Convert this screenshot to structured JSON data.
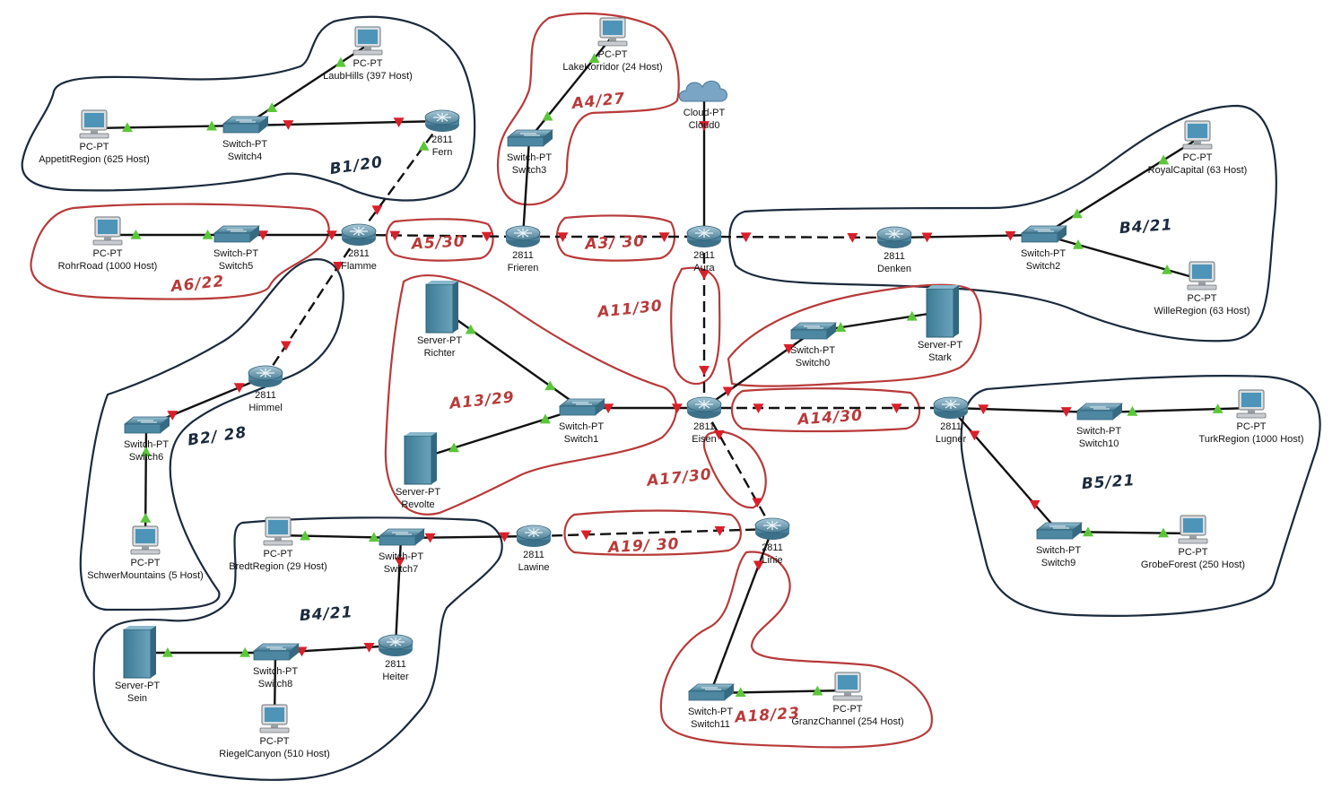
{
  "colors": {
    "link": "#111111",
    "up": "#5cc63a",
    "down": "#d8202a",
    "redRegion": "#b83a3a",
    "blueRegion": "#1b2a3c",
    "device": "#3e7f99"
  },
  "devices": [
    {
      "id": "appetit",
      "kind": "pc",
      "type": "PC-PT",
      "name": "AppetitRegion (625 Host)"
    },
    {
      "id": "switch4",
      "kind": "switch",
      "type": "Switch-PT",
      "name": "Switch4"
    },
    {
      "id": "laub",
      "kind": "pc",
      "type": "PC-PT",
      "name": "LaubHills (397 Host)"
    },
    {
      "id": "fern",
      "kind": "router",
      "type": "2811",
      "name": "Fern"
    },
    {
      "id": "lake",
      "kind": "pc",
      "type": "PC-PT",
      "name": "LakeKorridor (24 Host)"
    },
    {
      "id": "switch3",
      "kind": "switch",
      "type": "Switch-PT",
      "name": "Switch3"
    },
    {
      "id": "cloud0",
      "kind": "cloud",
      "type": "Cloud-PT",
      "name": "Cloud0"
    },
    {
      "id": "royal",
      "kind": "pc",
      "type": "PC-PT",
      "name": "RoyalCapital (63 Host)"
    },
    {
      "id": "rohr",
      "kind": "pc",
      "type": "PC-PT",
      "name": "RohrRoad (1000 Host)"
    },
    {
      "id": "switch5",
      "kind": "switch",
      "type": "Switch-PT",
      "name": "Switch5"
    },
    {
      "id": "flamme",
      "kind": "router",
      "type": "2811",
      "name": "Flamme"
    },
    {
      "id": "frieren",
      "kind": "router",
      "type": "2811",
      "name": "Frieren"
    },
    {
      "id": "aura",
      "kind": "router",
      "type": "2811",
      "name": "Aura"
    },
    {
      "id": "denken",
      "kind": "router",
      "type": "2811",
      "name": "Denken"
    },
    {
      "id": "switch2",
      "kind": "switch",
      "type": "Switch-PT",
      "name": "Switch2"
    },
    {
      "id": "wille",
      "kind": "pc",
      "type": "PC-PT",
      "name": "WilleRegion (63 Host)"
    },
    {
      "id": "richter",
      "kind": "server",
      "type": "Server-PT",
      "name": "Richter"
    },
    {
      "id": "switch0",
      "kind": "switch",
      "type": "Switch-PT",
      "name": "Switch0"
    },
    {
      "id": "stark",
      "kind": "server",
      "type": "Server-PT",
      "name": "Stark"
    },
    {
      "id": "himmel",
      "kind": "router",
      "type": "2811",
      "name": "Himmel"
    },
    {
      "id": "switch1",
      "kind": "switch",
      "type": "Switch-PT",
      "name": "Switch1"
    },
    {
      "id": "eisen",
      "kind": "router",
      "type": "2811",
      "name": "Eisen"
    },
    {
      "id": "lugner",
      "kind": "router",
      "type": "2811",
      "name": "Lugner"
    },
    {
      "id": "switch10",
      "kind": "switch",
      "type": "Switch-PT",
      "name": "Switch10"
    },
    {
      "id": "turk",
      "kind": "pc",
      "type": "PC-PT",
      "name": "TurkRegion (1000 Host)"
    },
    {
      "id": "switch6",
      "kind": "switch",
      "type": "Switch-PT",
      "name": "Switch6"
    },
    {
      "id": "revolte",
      "kind": "server",
      "type": "Server-PT",
      "name": "Revolte"
    },
    {
      "id": "schwer",
      "kind": "pc",
      "type": "PC-PT",
      "name": "SchwerMountains (5 Host)"
    },
    {
      "id": "bredt",
      "kind": "pc",
      "type": "PC-PT",
      "name": "BredtRegion (29 Host)"
    },
    {
      "id": "switch7",
      "kind": "switch",
      "type": "Switch-PT",
      "name": "Switch7"
    },
    {
      "id": "lawine",
      "kind": "router",
      "type": "2811",
      "name": "Lawine"
    },
    {
      "id": "linie",
      "kind": "router",
      "type": "2811",
      "name": "Linie"
    },
    {
      "id": "switch9",
      "kind": "switch",
      "type": "Switch-PT",
      "name": "Switch9"
    },
    {
      "id": "grobe",
      "kind": "pc",
      "type": "PC-PT",
      "name": "GrobeForest (250 Host)"
    },
    {
      "id": "sein",
      "kind": "server",
      "type": "Server-PT",
      "name": "Sein"
    },
    {
      "id": "switch8",
      "kind": "switch",
      "type": "Switch-PT",
      "name": "Switch8"
    },
    {
      "id": "heiter",
      "kind": "router",
      "type": "2811",
      "name": "Heiter"
    },
    {
      "id": "riegel",
      "kind": "pc",
      "type": "PC-PT",
      "name": "RiegelCanyon (510 Host)"
    },
    {
      "id": "switch11",
      "kind": "switch",
      "type": "Switch-PT",
      "name": "Switch11"
    },
    {
      "id": "granz",
      "kind": "pc",
      "type": "PC-PT",
      "name": "GranzChannel (254 Host)"
    }
  ],
  "links": [
    {
      "from": "appetit",
      "to": "switch4",
      "dashed": false,
      "a": "up",
      "b": "up"
    },
    {
      "from": "switch4",
      "to": "laub",
      "dashed": false,
      "a": "up",
      "b": "up"
    },
    {
      "from": "switch4",
      "to": "fern",
      "dashed": false,
      "a": "down",
      "b": "down"
    },
    {
      "from": "fern",
      "to": "flamme",
      "dashed": true,
      "a": "up",
      "b": "down"
    },
    {
      "from": "lake",
      "to": "switch3",
      "dashed": false,
      "a": "up",
      "b": "up"
    },
    {
      "from": "switch3",
      "to": "frieren",
      "dashed": false,
      "a": "",
      "b": ""
    },
    {
      "from": "cloud0",
      "to": "aura",
      "dashed": false,
      "a": "down",
      "b": ""
    },
    {
      "from": "rohr",
      "to": "switch5",
      "dashed": false,
      "a": "up",
      "b": "up"
    },
    {
      "from": "switch5",
      "to": "flamme",
      "dashed": false,
      "a": "down",
      "b": "down"
    },
    {
      "from": "flamme",
      "to": "frieren",
      "dashed": true,
      "a": "down",
      "b": "down"
    },
    {
      "from": "frieren",
      "to": "aura",
      "dashed": true,
      "a": "down",
      "b": "down"
    },
    {
      "from": "aura",
      "to": "denken",
      "dashed": true,
      "a": "down",
      "b": "down"
    },
    {
      "from": "denken",
      "to": "switch2",
      "dashed": false,
      "a": "down",
      "b": "down"
    },
    {
      "from": "switch2",
      "to": "royal",
      "dashed": false,
      "a": "up",
      "b": "up"
    },
    {
      "from": "switch2",
      "to": "wille",
      "dashed": false,
      "a": "up",
      "b": "up"
    },
    {
      "from": "aura",
      "to": "eisen",
      "dashed": true,
      "a": "down",
      "b": "down"
    },
    {
      "from": "flamme",
      "to": "himmel",
      "dashed": true,
      "a": "down",
      "b": "down"
    },
    {
      "from": "himmel",
      "to": "switch6",
      "dashed": false,
      "a": "down",
      "b": "down"
    },
    {
      "from": "switch6",
      "to": "schwer",
      "dashed": false,
      "a": "up",
      "b": "up"
    },
    {
      "from": "richter",
      "to": "switch1",
      "dashed": false,
      "a": "up",
      "b": "up"
    },
    {
      "from": "revolte",
      "to": "switch1",
      "dashed": false,
      "a": "up",
      "b": "up"
    },
    {
      "from": "switch1",
      "to": "eisen",
      "dashed": false,
      "a": "down",
      "b": "down"
    },
    {
      "from": "switch0",
      "to": "stark",
      "dashed": false,
      "a": "up",
      "b": "up"
    },
    {
      "from": "switch0",
      "to": "eisen",
      "dashed": false,
      "a": "down",
      "b": "down"
    },
    {
      "from": "eisen",
      "to": "lugner",
      "dashed": true,
      "a": "down",
      "b": "down"
    },
    {
      "from": "lugner",
      "to": "switch10",
      "dashed": false,
      "a": "down",
      "b": "down"
    },
    {
      "from": "switch10",
      "to": "turk",
      "dashed": false,
      "a": "up",
      "b": "up"
    },
    {
      "from": "lugner",
      "to": "switch9",
      "dashed": false,
      "a": "down",
      "b": "down"
    },
    {
      "from": "switch9",
      "to": "grobe",
      "dashed": false,
      "a": "up",
      "b": "up"
    },
    {
      "from": "eisen",
      "to": "linie",
      "dashed": true,
      "a": "down",
      "b": "down"
    },
    {
      "from": "linie",
      "to": "lawine",
      "dashed": true,
      "a": "down",
      "b": "down"
    },
    {
      "from": "bredt",
      "to": "switch7",
      "dashed": false,
      "a": "up",
      "b": "up"
    },
    {
      "from": "switch7",
      "to": "lawine",
      "dashed": false,
      "a": "down",
      "b": "down"
    },
    {
      "from": "switch7",
      "to": "heiter",
      "dashed": false,
      "a": "down",
      "b": ""
    },
    {
      "from": "sein",
      "to": "switch8",
      "dashed": false,
      "a": "up",
      "b": "up"
    },
    {
      "from": "switch8",
      "to": "heiter",
      "dashed": false,
      "a": "down",
      "b": "down"
    },
    {
      "from": "switch8",
      "to": "riegel",
      "dashed": false,
      "a": "",
      "b": ""
    },
    {
      "from": "linie",
      "to": "switch11",
      "dashed": false,
      "a": "down",
      "b": ""
    },
    {
      "from": "switch11",
      "to": "granz",
      "dashed": false,
      "a": "up",
      "b": "up"
    }
  ],
  "annotations": [
    {
      "id": "b1",
      "text": "B1/20",
      "color": "blue"
    },
    {
      "id": "a4",
      "text": "A4/27",
      "color": "red"
    },
    {
      "id": "b4r",
      "text": "B4/21",
      "color": "blue"
    },
    {
      "id": "a5",
      "text": "A5/30",
      "color": "red"
    },
    {
      "id": "a3",
      "text": "A3/ 30",
      "color": "red"
    },
    {
      "id": "a6",
      "text": "A6/22",
      "color": "red"
    },
    {
      "id": "a11",
      "text": "A11/30",
      "color": "red"
    },
    {
      "id": "a13",
      "text": "A13/29",
      "color": "red"
    },
    {
      "id": "b2",
      "text": "B2/ 28",
      "color": "blue"
    },
    {
      "id": "a14",
      "text": "A14/30",
      "color": "red"
    },
    {
      "id": "a17",
      "text": "A17/30",
      "color": "red"
    },
    {
      "id": "b5",
      "text": "B5/21",
      "color": "blue"
    },
    {
      "id": "a19",
      "text": "A19/ 30",
      "color": "red"
    },
    {
      "id": "b4l",
      "text": "B4/21",
      "color": "blue"
    },
    {
      "id": "a18",
      "text": "A18/23",
      "color": "red"
    }
  ]
}
